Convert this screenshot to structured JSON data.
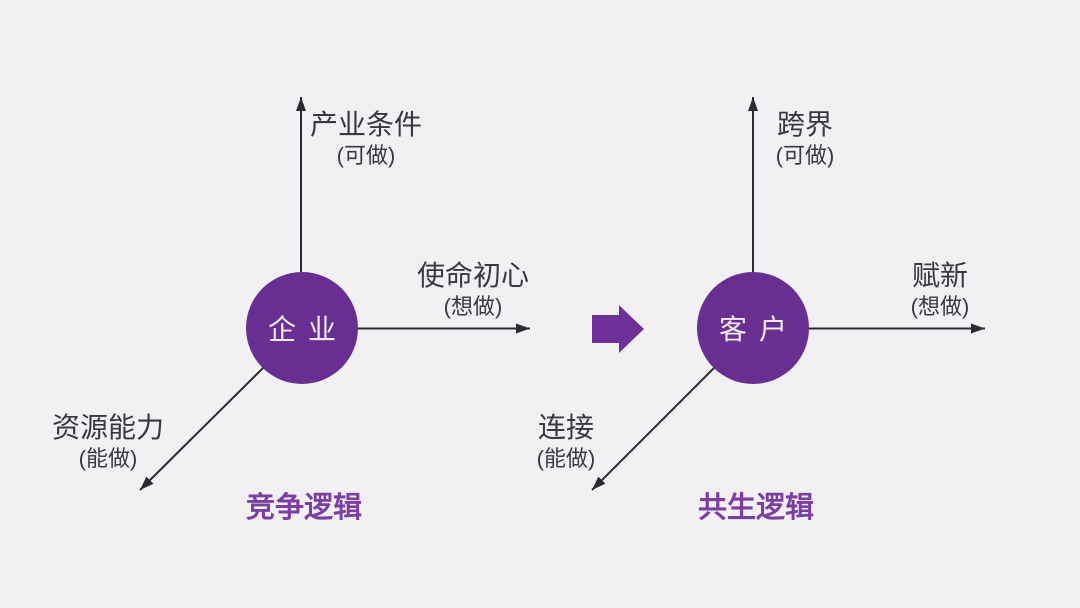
{
  "colors": {
    "background": "#f2f0f3",
    "node-fill": "#692e92",
    "node-text": "#f3ecf8",
    "axis-color": "#2e2a33",
    "label-color": "#3b3740",
    "title-color": "#7b3fa0",
    "transition-arrow": "#6e3097"
  },
  "diagrams": [
    {
      "node_label": "企业",
      "axes": {
        "up": {
          "label": "产业条件",
          "note": "(可做)"
        },
        "right": {
          "label": "使命初心",
          "note": "(想做)"
        },
        "down": {
          "label": "资源能力",
          "note": "(能做)"
        }
      },
      "title": "竞争逻辑"
    },
    {
      "node_label": "客户",
      "axes": {
        "up": {
          "label": "跨界",
          "note": "(可做)"
        },
        "right": {
          "label": "赋新",
          "note": "(想做)"
        },
        "down": {
          "label": "连接",
          "note": "(能做)"
        }
      },
      "title": "共生逻辑"
    }
  ],
  "transition": {
    "icon": "right-block-arrow"
  }
}
